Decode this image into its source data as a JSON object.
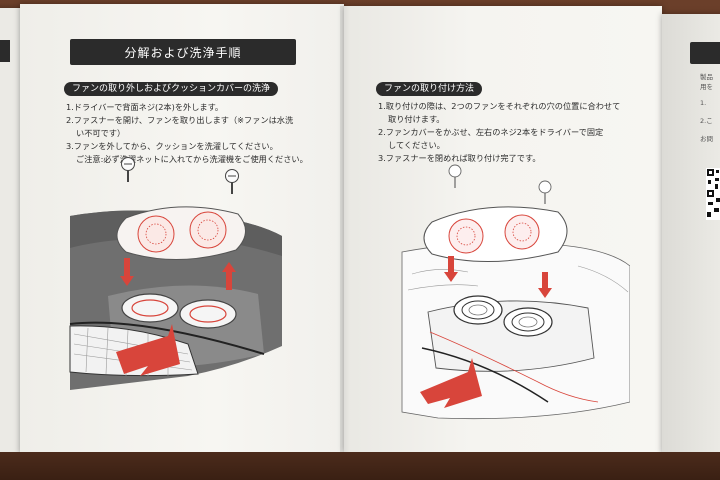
{
  "left_panel": {
    "title": "分解および洗浄手順",
    "section_heading": "ファンの取り外しおよびクッションカバーの洗浄",
    "steps": [
      "1.ドライバーで背面ネジ(2本)を外します。",
      "2.ファスナーを開け、ファンを取り出します（※ファンは水洗",
      "い不可です）",
      "3.ファンを外してから、クッションを洗濯してください。",
      "ご注意:必ず洗濯ネットに入れてから洗濯機をご使用ください。"
    ]
  },
  "right_panel": {
    "section_heading": "ファンの取り付け方法",
    "steps": [
      "1.取り付けの際は、2つのファンをそれぞれの穴の位置に合わせて",
      "取り付けます。",
      "2.ファンカバーをかぶせ、左右のネジ2本をドライバーで固定",
      "してください。",
      "3.ファスナーを閉めれば取り付け完了です。"
    ]
  },
  "far_right_fragments": [
    "製品",
    "用を",
    "1.",
    "2.こ",
    "お問"
  ],
  "colors": {
    "accent_red": "#d8453b",
    "label_dark": "#2b2b2b",
    "paper": "#f4f3ef",
    "table_wood": "#5a3524"
  },
  "icons": {
    "screw": "screw-icon",
    "arrow": "red-arrow-icon"
  }
}
